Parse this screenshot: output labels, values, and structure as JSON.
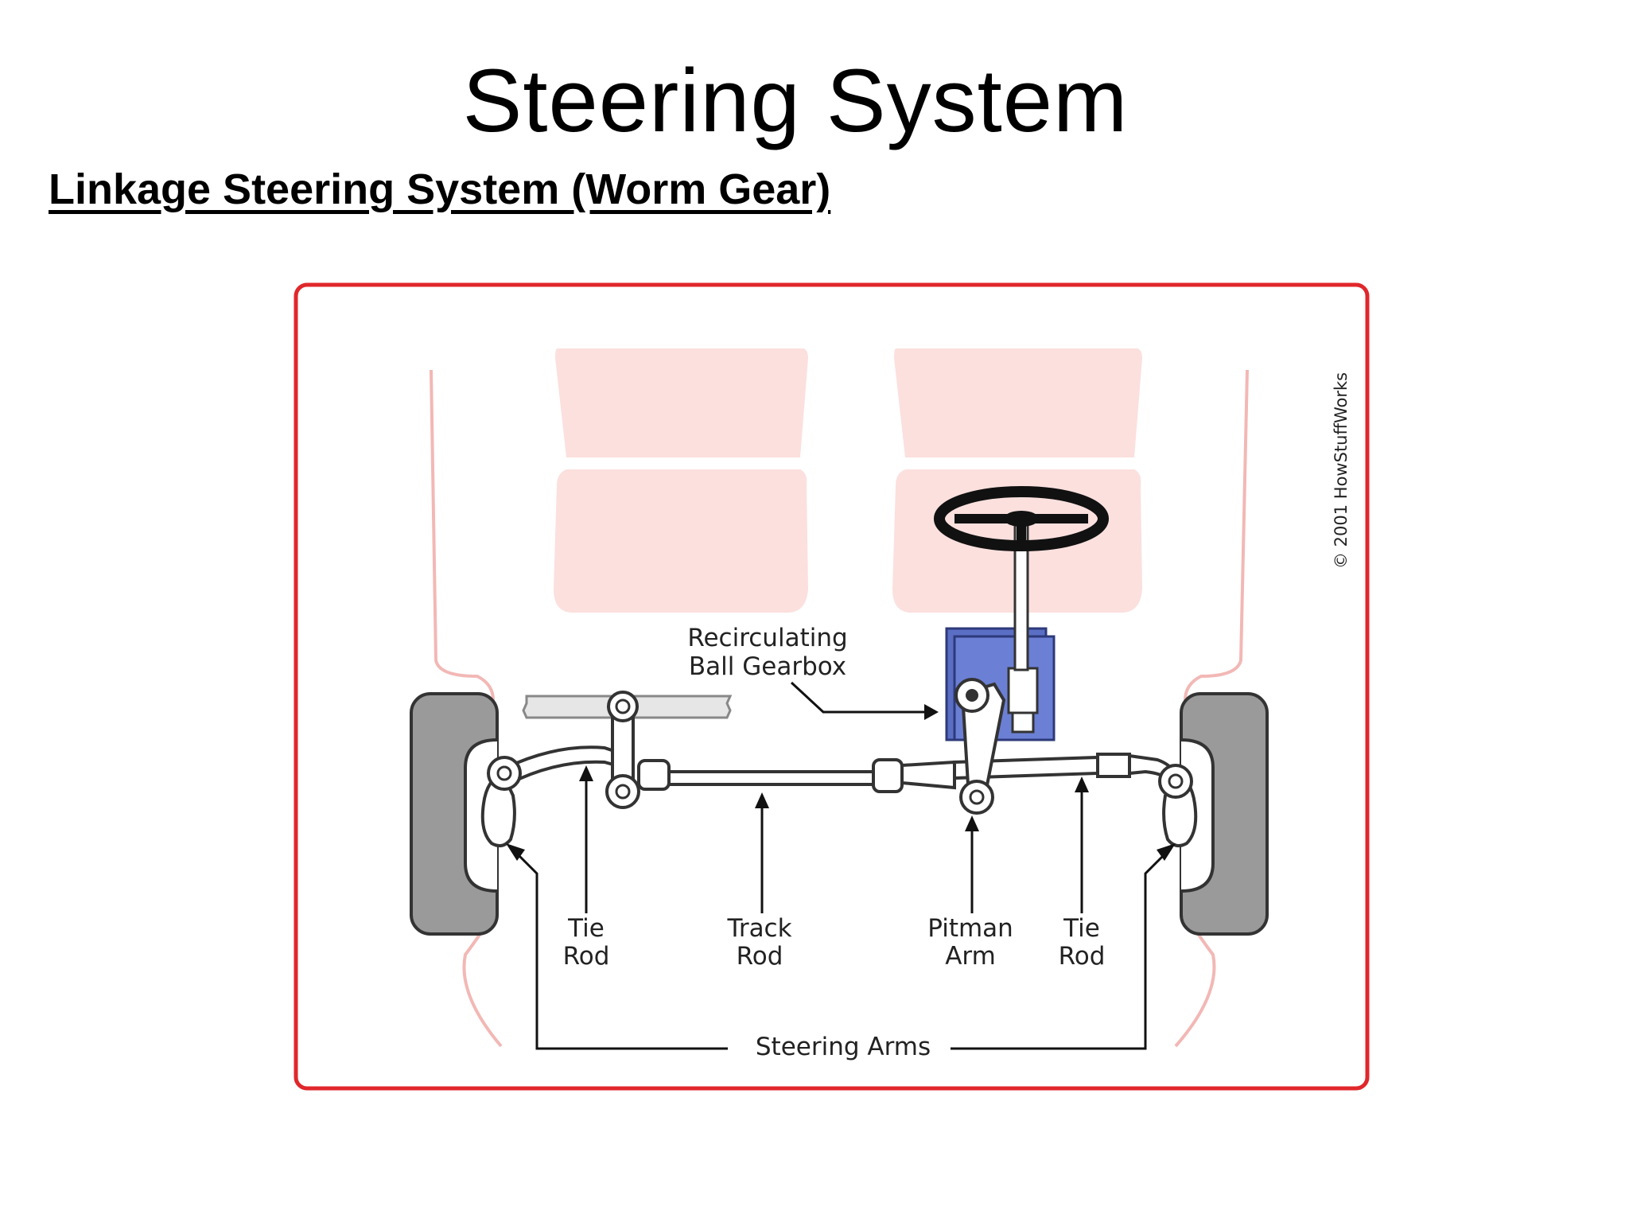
{
  "slide": {
    "title": "Steering System",
    "subtitle": "Linkage Steering System (Worm Gear)"
  },
  "diagram": {
    "labels": {
      "gearbox_line1": "Recirculating",
      "gearbox_line2": "Ball Gearbox",
      "tie_rod_left_line1": "Tie",
      "tie_rod_left_line2": "Rod",
      "track_rod_line1": "Track",
      "track_rod_line2": "Rod",
      "pitman_arm_line1": "Pitman",
      "pitman_arm_line2": "Arm",
      "tie_rod_right_line1": "Tie",
      "tie_rod_right_line2": "Rod",
      "steering_arms": "Steering Arms"
    },
    "copyright": "© 2001 HowStuffWorks",
    "colors": {
      "frame": "#e0272b",
      "seat": "#fbe0de",
      "body_outline": "#f2b8b5",
      "gearbox": "#5a6fc4",
      "tire": "#9a9a9a"
    }
  }
}
